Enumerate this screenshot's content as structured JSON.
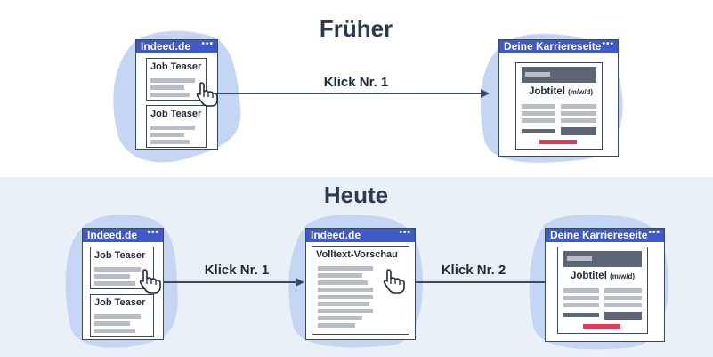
{
  "sections": {
    "before": {
      "title": "Früher"
    },
    "now": {
      "title": "Heute"
    }
  },
  "windows": {
    "indeed_before": {
      "title": "Indeed.de",
      "menu": "•••"
    },
    "career_before": {
      "title": "Deine Karriereseite",
      "menu": "•••"
    },
    "indeed_now": {
      "title": "Indeed.de",
      "menu": "•••"
    },
    "preview_now": {
      "title": "Indeed.de",
      "menu": "•••"
    },
    "career_now": {
      "title": "Deine Karriereseite",
      "menu": "•••"
    }
  },
  "teasers": {
    "label": "Job Teaser"
  },
  "preview": {
    "label": "Volltext-Vorschau"
  },
  "jobpage": {
    "title": "Jobtitel",
    "suffix": "(m/w/d)"
  },
  "edges": {
    "before_click": "Klick Nr. 1",
    "now_click1": "Klick Nr. 1",
    "now_click2": "Klick Nr. 2"
  },
  "colors": {
    "window_bar": "#3f59c8",
    "blob": "#c5d6f4",
    "section_bg": "#eaf0f7",
    "cta": "#e8385a",
    "arrow": "#3a4a5e"
  },
  "icons": {
    "cursor": "hand-pointer-icon"
  }
}
